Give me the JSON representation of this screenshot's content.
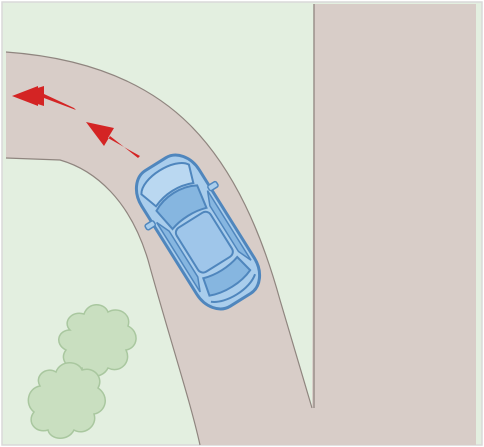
{
  "scene": {
    "description_elements": [
      "grass-area",
      "road-surface",
      "car",
      "direction-arrow",
      "bush"
    ],
    "colors": {
      "grass": "#e3efe0",
      "road": "#d8cdc8",
      "road_edge": "#7e746f",
      "car_body": "#a9cdec",
      "car_outline": "#4f86bd",
      "car_glass": "#86b6e0",
      "arrow": "#d42424",
      "bush": "#c9dfc0",
      "bush_outline": "#a9c79f"
    },
    "arrows": {
      "count": 2,
      "direction": "up-left"
    }
  }
}
